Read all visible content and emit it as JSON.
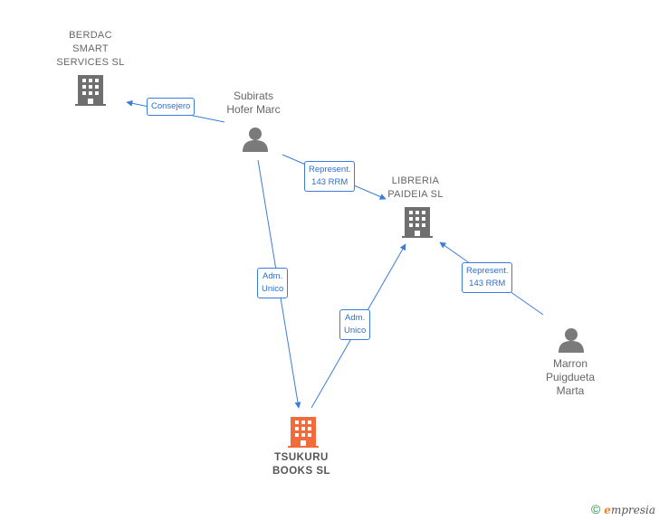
{
  "nodes": {
    "berdac": {
      "label": "BERDAC\nSMART\nSERVICES  SL",
      "type": "company"
    },
    "subirats": {
      "label": "Subirats\nHofer Marc",
      "type": "person"
    },
    "libreria": {
      "label": "LIBRERIA\nPAIDEIA  SL",
      "type": "company"
    },
    "tsukuru": {
      "label": "TSUKURU\nBOOKS  SL",
      "type": "company-main"
    },
    "marron": {
      "label": "Marron\nPuigdueta\nMarta",
      "type": "person"
    }
  },
  "edges": {
    "consejero": "Consejero",
    "represent_subirats": "Represent.\n143 RRM",
    "adm_subirats": "Adm.\nUnico",
    "adm_tsukuru": "Adm.\nUnico",
    "represent_marron": "Represent.\n143 RRM"
  },
  "colors": {
    "edge": "#3b7dd8",
    "company_icon": "#6f6f6f",
    "main_company_icon": "#f26b3a",
    "person_icon": "#7a7a7a"
  },
  "footer": {
    "copyright": "©",
    "brand_e": "e",
    "brand_rest": "mpresia"
  }
}
